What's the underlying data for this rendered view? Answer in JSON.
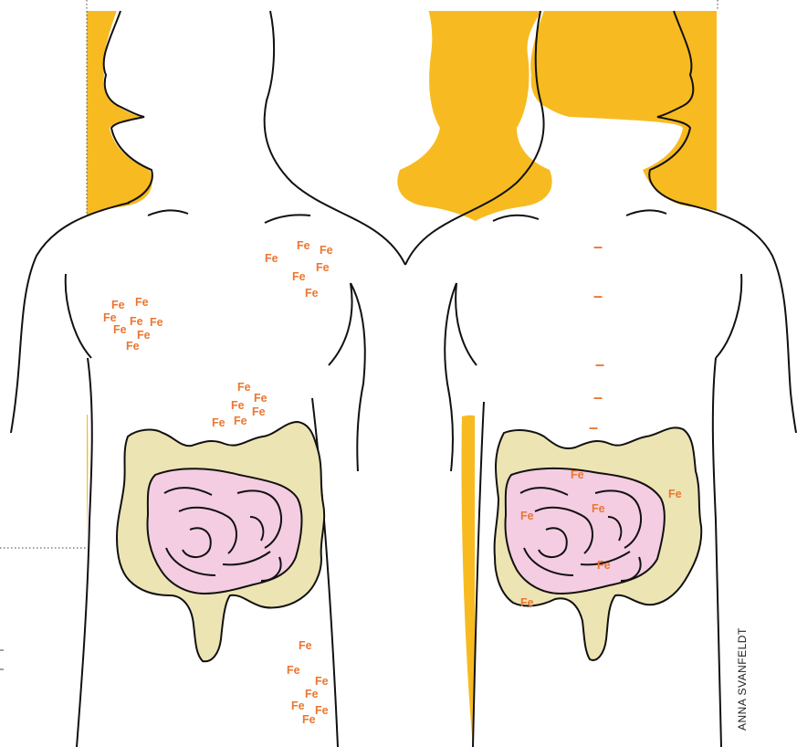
{
  "colors": {
    "background_panel": "#F7BB21",
    "skin": "#FFFFFF",
    "outline": "#111111",
    "large_intestine": "#EDE4B3",
    "small_intestine": "#F4CDE2",
    "iron_label": "#EC7630"
  },
  "iron_symbol": "Fe",
  "negative_symbol": "–",
  "credit": "ANNA SVANFELDT",
  "figures": [
    {
      "name": "left-body",
      "iron_marker_count": 27
    },
    {
      "name": "right-body",
      "iron_marker_count": 6,
      "negative_marker_count": 5
    }
  ]
}
